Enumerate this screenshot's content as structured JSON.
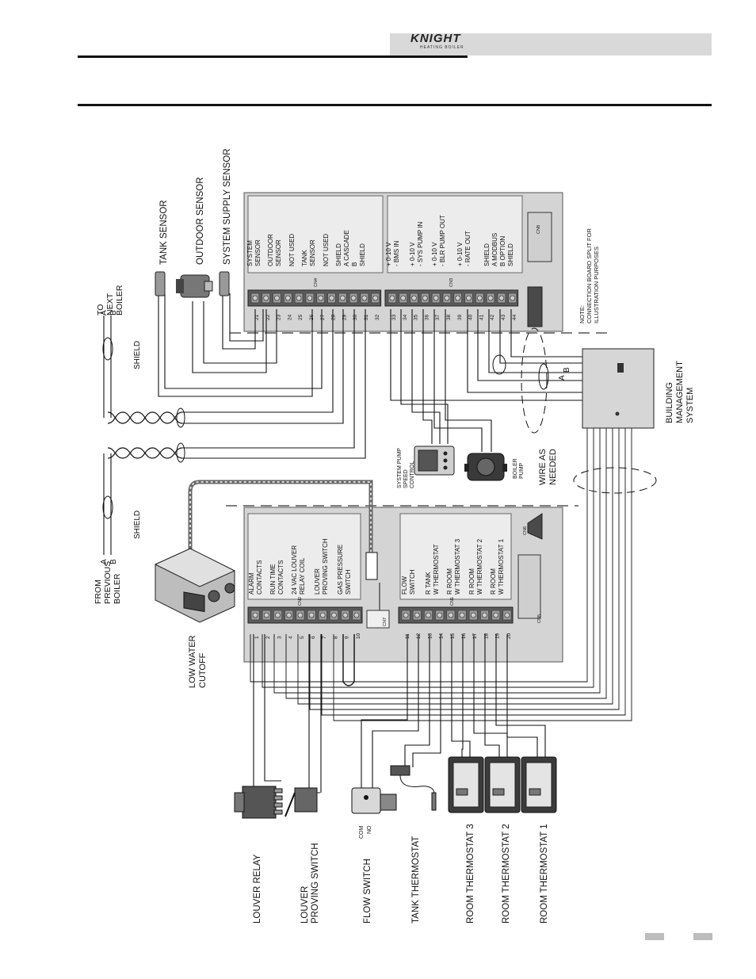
{
  "header": {
    "logo_text": "KNIGHT",
    "logo_subtext": "HEATING BOILER"
  },
  "external_labels": {
    "to_next_boiler": [
      "TO",
      "NEXT",
      "BOILER"
    ],
    "from_previous_boiler": [
      "FROM",
      "PREVIOUS",
      "BOILER"
    ],
    "shield": "SHIELD",
    "line_a": "A",
    "line_b": "B",
    "tank_sensor": "TANK SENSOR",
    "outdoor_sensor": "OUTDOOR SENSOR",
    "system_supply_sensor": "SYSTEM SUPPLY SENSOR",
    "low_water_cutoff": [
      "LOW WATER",
      "CUTOFF"
    ],
    "system_pump_speed_control": [
      "SYSTEM PUMP",
      "SPEED",
      "CONTROL"
    ],
    "boiler_pump": [
      "BOILER",
      "PUMP"
    ],
    "wire_as_needed": [
      "WIRE AS",
      "NEEDED"
    ],
    "building_management_system": [
      "BUILDING",
      "MANAGEMENT",
      "SYSTEM"
    ],
    "note": [
      "NOTE:",
      "CONNECTION BOARD SPLIT FOR",
      "ILLUSTRATION PURPOSES"
    ],
    "com": "COM",
    "no": "NO",
    "bottom_devices": [
      [
        "LOUVER RELAY"
      ],
      [
        "LOUVER",
        "PROVING SWITCH"
      ],
      [
        "FLOW SWITCH"
      ],
      [
        "TANK THERMOSTAT"
      ],
      [
        "ROOM THERMOSTAT 3"
      ],
      [
        "ROOM THERMOSTAT 2"
      ],
      [
        "ROOM THERMOSTAT 1"
      ]
    ]
  },
  "upper_board": {
    "groups": [
      [
        "SYSTEM",
        "SENSOR"
      ],
      [
        "OUTDOOR",
        "SENSOR"
      ],
      [
        "NOT USED"
      ],
      [
        "TANK",
        "SENSOR"
      ],
      [
        "NOT USED"
      ],
      [
        "SHIELD",
        "A     CASCADE",
        "B",
        "SHIELD"
      ],
      [
        "+  0-10 V",
        "-  BMS IN"
      ],
      [
        "+  0-10 V",
        "-  SYS PUMP IN"
      ],
      [
        "+  0-10 V",
        "-  BLR PUMP OUT"
      ],
      [
        "+  0-10 V",
        "-  RATE OUT"
      ],
      [
        "SHIELD",
        "A   MODBUS",
        "B   OPTION",
        "SHIELD"
      ]
    ],
    "terminal_numbers_left": [
      "21",
      "22",
      "23",
      "24",
      "25",
      "26",
      "27",
      "28",
      "29",
      "30",
      "31",
      "32"
    ],
    "terminal_numbers_right": [
      "33",
      "34",
      "35",
      "36",
      "37",
      "38",
      "39",
      "40",
      "41",
      "42",
      "43",
      "44"
    ],
    "connector_labels": [
      "CN4",
      "CN3",
      "CN8"
    ]
  },
  "lower_board": {
    "groups": [
      [
        "ALARM",
        "CONTACTS"
      ],
      [
        "RUN TIME",
        "CONTACTS"
      ],
      [
        "24 VAC LOUVER",
        "RELAY COIL"
      ],
      [
        "LOUVER",
        "PROVING SWITCH"
      ],
      [
        "GAS PRESSURE",
        "SWITCH"
      ],
      [
        "FLOW",
        "SWITCH"
      ],
      [
        "R   TANK",
        "W   THERMOSTAT"
      ],
      [
        "R   ROOM",
        "W   THERMOSTAT 3"
      ],
      [
        "R   ROOM",
        "W   THERMOSTAT 2"
      ],
      [
        "R   ROOM",
        "W   THERMOSTAT 1"
      ]
    ],
    "terminal_numbers_left": [
      "1",
      "2",
      "3",
      "4",
      "5",
      "6",
      "7",
      "8",
      "9",
      "10"
    ],
    "terminal_numbers_right": [
      "11",
      "12",
      "13",
      "14",
      "15",
      "16",
      "17",
      "18",
      "19",
      "20"
    ],
    "connector_labels": [
      "CN2",
      "CN7",
      "CN1",
      "CN5",
      "CN6"
    ]
  }
}
